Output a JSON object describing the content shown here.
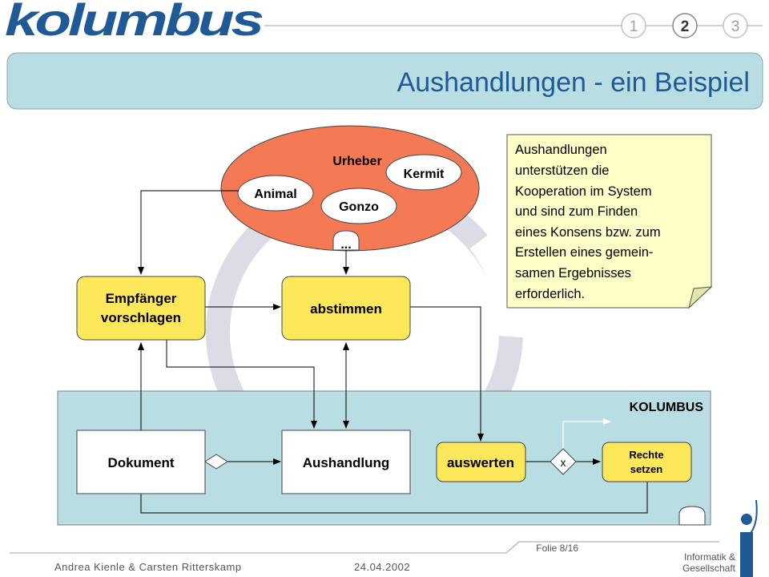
{
  "header": {
    "logo_text": "kolumbus",
    "steps": [
      "1",
      "2",
      "3"
    ],
    "active_step": "2",
    "title": "Aushandlungen - ein Beispiel"
  },
  "diagram": {
    "urheber": {
      "title": "Urheber",
      "members": [
        "Animal",
        "Kermit",
        "Gonzo"
      ],
      "ellipsis": "..."
    },
    "nodes": {
      "empfaenger": [
        "Empfänger",
        "vorschlagen"
      ],
      "abstimmen": "abstimmen",
      "dokument": "Dokument",
      "aushandlung": "Aushandlung",
      "auswerten": "auswerten",
      "xor": "x",
      "rechte": [
        "Rechte",
        "setzen"
      ]
    },
    "system_label": "KOLUMBUS",
    "note": [
      "Aushandlungen",
      "unterstützen die",
      "Kooperation im System",
      "und sind zum Finden",
      "eines Konsens bzw. zum",
      "Erstellen eines gemein-",
      "samen Ergebnisses",
      "erforderlich."
    ]
  },
  "footer": {
    "slide": "Folie 8/16",
    "authors": "Andrea Kienle & Carsten Ritterskamp",
    "date": "24.04.2002",
    "institute": [
      "Informatik &",
      "Gesellschaft"
    ],
    "logo_letter": "i"
  },
  "colors": {
    "accent_blue": "#1f5a96",
    "header_bg": "#b8dde3",
    "urheber_fill": "#f47a55",
    "node_yellow": "#fce85a",
    "system_bg": "#b8dde3",
    "note_bg": "#ffffc8"
  }
}
